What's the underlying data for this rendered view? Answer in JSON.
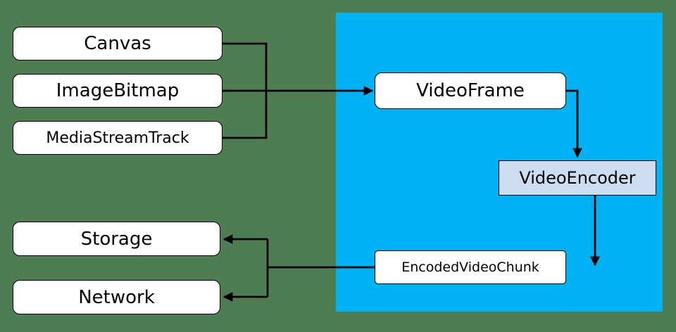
{
  "diagram": {
    "title": "WebCodecs video encoding pipeline diagram",
    "colors": {
      "background": "#4e7d52",
      "pipeline_region": "#00b2f3",
      "node_fill": "#ffffff",
      "encoder_fill": "#cdddf1",
      "border": "#000000",
      "connector": "#000000"
    },
    "nodes": {
      "canvas": {
        "label": "Canvas"
      },
      "image_bitmap": {
        "label": "ImageBitmap"
      },
      "media_stream_track": {
        "label": "MediaStreamTrack"
      },
      "storage": {
        "label": "Storage"
      },
      "network": {
        "label": "Network"
      },
      "video_frame": {
        "label": "VideoFrame"
      },
      "video_encoder": {
        "label": "VideoEncoder"
      },
      "encoded_video_chunk": {
        "label": "EncodedVideoChunk"
      }
    },
    "edges": [
      {
        "from": "Canvas",
        "to": "VideoFrame"
      },
      {
        "from": "ImageBitmap",
        "to": "VideoFrame"
      },
      {
        "from": "MediaStreamTrack",
        "to": "VideoFrame"
      },
      {
        "from": "VideoFrame",
        "to": "VideoEncoder"
      },
      {
        "from": "VideoEncoder",
        "to": "EncodedVideoChunk"
      },
      {
        "from": "EncodedVideoChunk",
        "to": "Storage"
      },
      {
        "from": "EncodedVideoChunk",
        "to": "Network"
      }
    ]
  }
}
